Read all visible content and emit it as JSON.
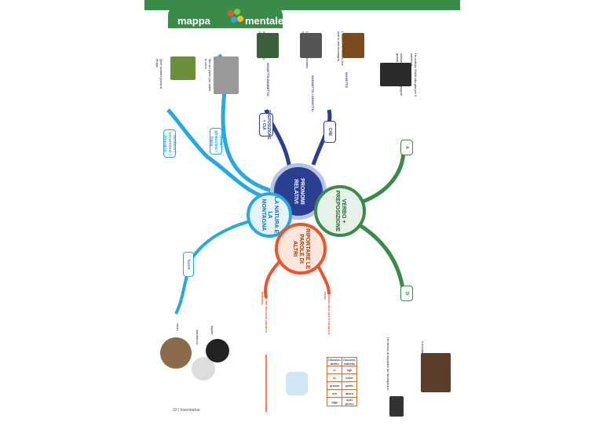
{
  "header": {
    "title_part1": "mappa",
    "title_part2": "mentale",
    "colors": {
      "bar": "#3a8a4a",
      "text": "#ffffff"
    }
  },
  "center_nodes": {
    "relativi": "PRONOMI RELATIVI",
    "natura": "LA NATURA E LA MONTAGNA",
    "verbo": "VERBO + PREPOSIZIONE",
    "riportare": "RIPORTARE LE PAROLE DI ALTRI"
  },
  "branch_boxes": {
    "che": "CHE",
    "prep_cui": "PREPOSIZIONE + CUI",
    "a": "A",
    "di": "DI",
    "fauna": "fauna",
    "clima": "clima / ghiacciaio / frana",
    "sentiero": "sentiero / escursione / itinerario"
  },
  "labels": {
    "oggetto": "OGGETTO",
    "soggetto": "SOGGETTO / OGGETTO",
    "ogg_indiretto": "OGGETTO INDIRETTO",
    "fauna_a": "cervo",
    "fauna_b": "stambecco",
    "fauna_c": "aquila"
  },
  "notes": {
    "aquila": "L'aquila è un uccello che vive in alta montagna.",
    "montagna": "La montagna che abbiamo scalato è altissima.",
    "paese": "Il paese di cui siamo così è molto antico.",
    "gita": "Ho invitato Giulia alla gita per il weekend.",
    "padre": "Abbiamo iniziato a fare pugnal grandi.",
    "clima_note": "Mio zio pieno per salire in cima.",
    "sentiero_note": "Quel sentiero porta al rifugio.",
    "di_note": "Il montanaro di...",
    "decido": "Ho deciso di imparare ad arrampicare.",
    "lorenzo": "Lorenzo dice che è tornato a casa.",
    "quale": "L'uso del discorso diretto e indiretto."
  },
  "table": {
    "headers": [
      "Discorso diretto",
      "Discorso indiretto"
    ],
    "rows": [
      [
        "io",
        "egli"
      ],
      [
        "tu",
        "lui/lei"
      ],
      [
        "questo",
        "quello"
      ],
      [
        "ora",
        "allora"
      ],
      [
        "oggi",
        "quel giorno"
      ]
    ]
  },
  "footer": {
    "page": "32",
    "book": "Inventadue"
  }
}
